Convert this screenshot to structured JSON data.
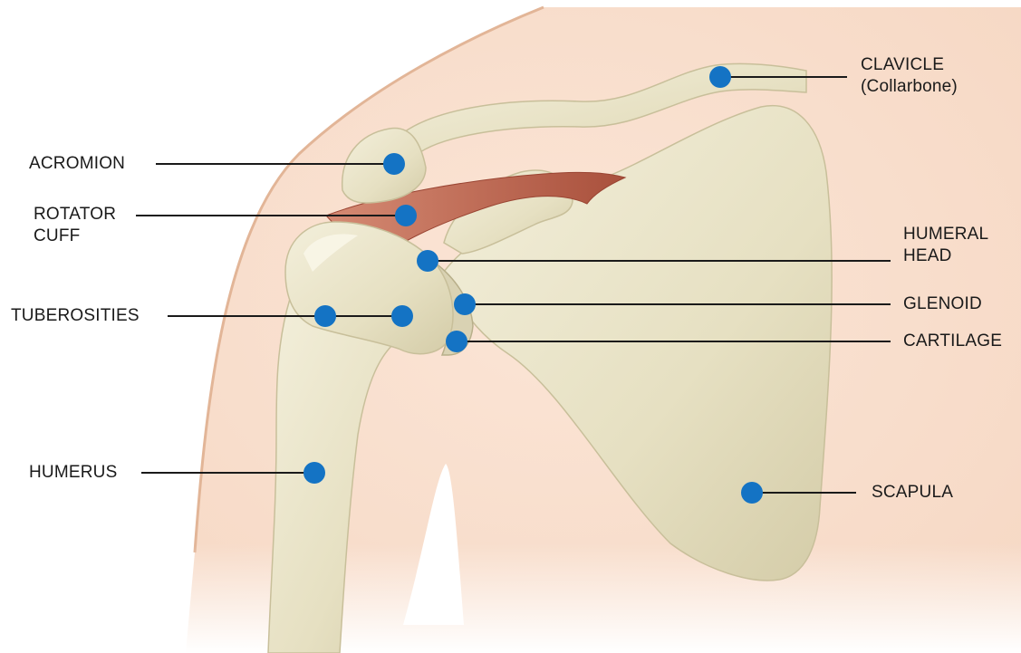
{
  "diagram": {
    "dot_color": "#1473c4",
    "line_color": "#1a1a1a",
    "skin_color": "#f8dfcd",
    "bone_color": "#ece7cd",
    "muscle_color": "#b8624c"
  },
  "labels": {
    "clavicle": {
      "line1": "CLAVICLE",
      "line2": "(Collarbone)"
    },
    "acromion": {
      "line1": "ACROMION"
    },
    "rotator_cuff": {
      "line1": "ROTATOR",
      "line2": "CUFF"
    },
    "humeral_head": {
      "line1": "HUMERAL",
      "line2": "HEAD"
    },
    "tuberosities": {
      "line1": "TUBEROSITIES"
    },
    "glenoid": {
      "line1": "GLENOID"
    },
    "cartilage": {
      "line1": "CARTILAGE"
    },
    "humerus": {
      "line1": "HUMERUS"
    },
    "scapula": {
      "line1": "SCAPULA"
    }
  }
}
